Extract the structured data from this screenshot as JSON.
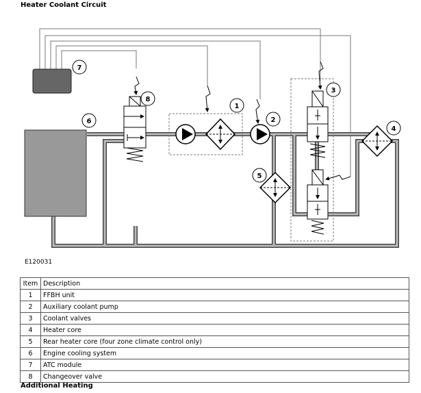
{
  "title": "Heater Coolant Circuit",
  "figure_code": "E120031",
  "footer": "Additional Heating",
  "callouts": [
    "1",
    "2",
    "3",
    "4",
    "5",
    "6",
    "7",
    "8"
  ],
  "table": {
    "headers": [
      "Item",
      "Description"
    ],
    "rows": [
      {
        "item": "1",
        "description": "FFBH unit"
      },
      {
        "item": "2",
        "description": "Auxiliary coolant pump"
      },
      {
        "item": "3",
        "description": "Coolant valves"
      },
      {
        "item": "4",
        "description": "Heater core"
      },
      {
        "item": "5",
        "description": "Rear heater core (four zone climate control only)"
      },
      {
        "item": "6",
        "description": "Engine cooling system"
      },
      {
        "item": "7",
        "description": "ATC module"
      },
      {
        "item": "8",
        "description": "Changeover valve"
      }
    ]
  }
}
